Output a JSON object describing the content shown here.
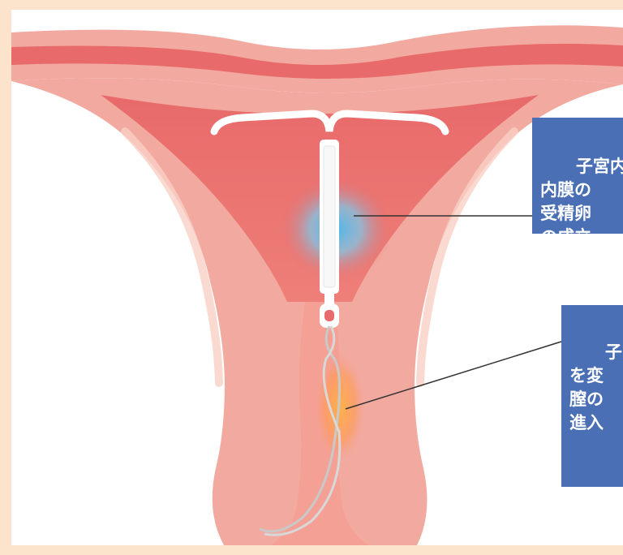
{
  "background_color": "#fbe3cc",
  "accent_color": "#4a6fb5",
  "callouts": [
    {
      "text": "子宮内\n内膜の\n受精卵\nの成立"
    },
    {
      "text": "子宮\nを変\n膣の\n進入"
    }
  ],
  "illustration": {
    "organ": "uterus",
    "device": "iud-t-shaped-with-strings",
    "colors": {
      "outer_tissue": "#f2aaa0",
      "cavity": "#e86a6a",
      "edge_highlight": "#f9d0c6",
      "device": "#ffffff",
      "glow_cavity": "#4fb7e8",
      "glow_cervix": "#ffa64a",
      "leader_line": "#333333"
    }
  }
}
